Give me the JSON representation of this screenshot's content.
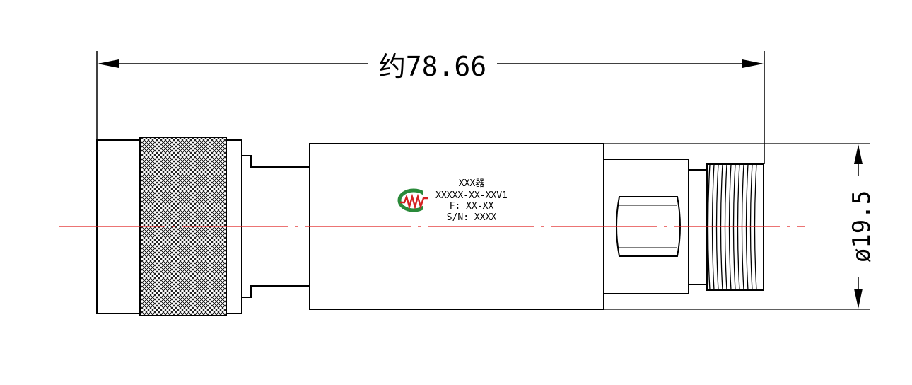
{
  "drawing": {
    "length_dimension": "约78.66",
    "diameter_dimension": "ø19.5",
    "label": {
      "line1": "XXX器",
      "line2": "XXXXX-XX-XXV1",
      "line3": "F: XX-XX",
      "line4": "S/N: XXXX"
    },
    "colors": {
      "outline": "#000000",
      "centerline": "#e02020",
      "logo_red": "#d42020",
      "logo_green": "#2a8a3a"
    }
  }
}
